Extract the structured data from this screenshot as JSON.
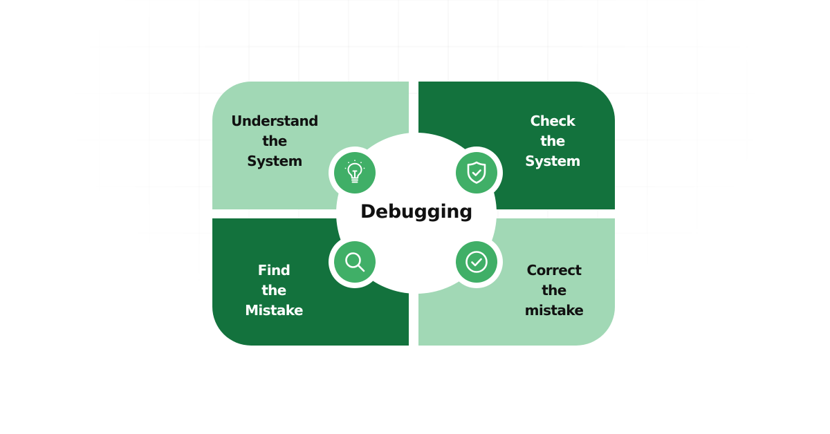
{
  "diagram": {
    "title": "Debugging",
    "colors": {
      "light": "#A1D8B5",
      "dark": "#13723D",
      "badge": "#40AF67",
      "text_dark": "#111111",
      "text_light": "#FFFFFF"
    },
    "quadrants": [
      {
        "position": "top-left",
        "lines": [
          "Understand",
          "the",
          "System"
        ],
        "icon": "lightbulb-icon",
        "fill": "light"
      },
      {
        "position": "top-right",
        "lines": [
          "Check",
          "the",
          "System"
        ],
        "icon": "shield-check-icon",
        "fill": "dark"
      },
      {
        "position": "bottom-left",
        "lines": [
          "Find",
          "the",
          "Mistake"
        ],
        "icon": "search-icon",
        "fill": "dark"
      },
      {
        "position": "bottom-right",
        "lines": [
          "Correct",
          "the",
          "mistake"
        ],
        "icon": "check-circle-icon",
        "fill": "light"
      }
    ]
  }
}
